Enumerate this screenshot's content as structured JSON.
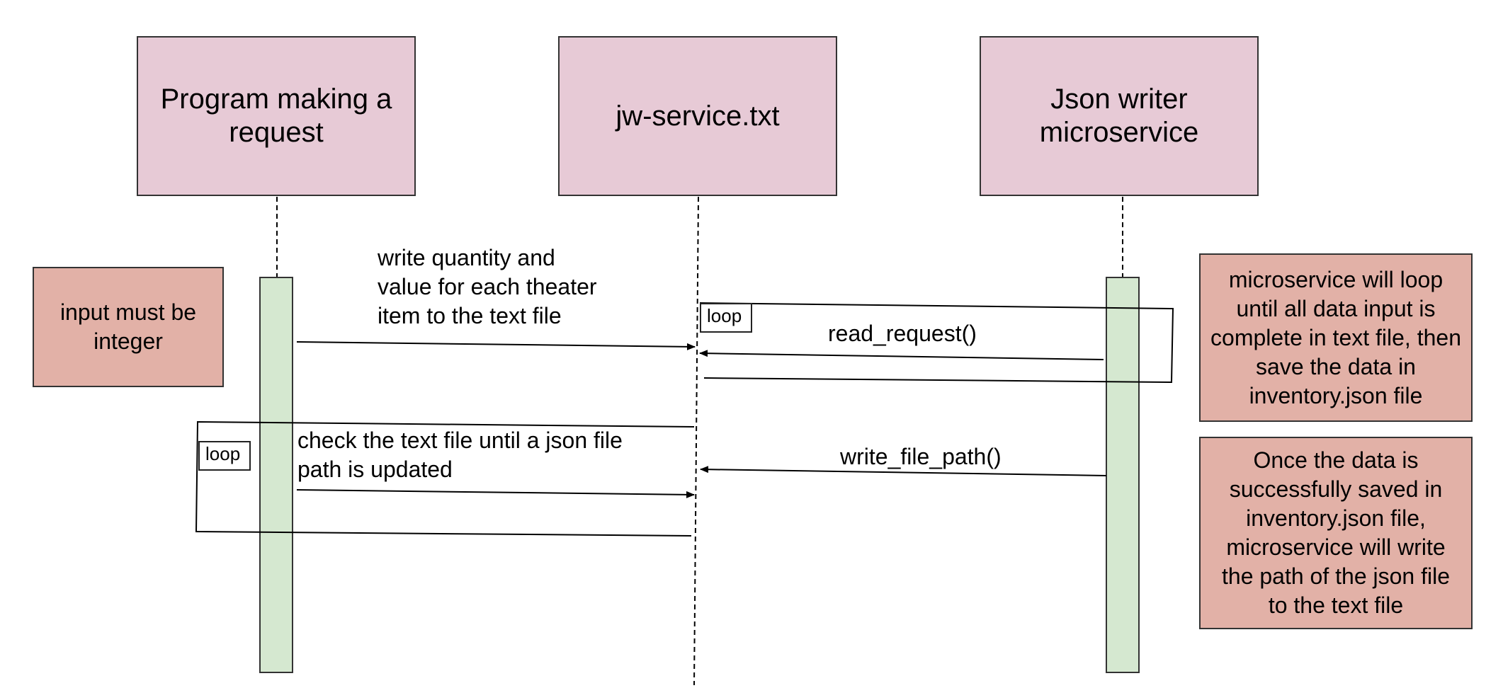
{
  "participants": {
    "program": "Program making a request",
    "text_file": "jw-service.txt",
    "microservice": "Json writer microservice"
  },
  "notes": {
    "input_integer": "input must be integer",
    "loop_until_complete": "microservice will loop until all data input is complete in text file, then save the data in inventory.json file",
    "write_path": "Once the data is successfully saved in inventory.json file, microservice will write the path of the json file to the text file"
  },
  "messages": {
    "write_quantity": "write quantity and\nvalue for each theater\nitem to the text file",
    "read_request": "read_request()",
    "check_text_file": "check the text file until a json file\npath is updated",
    "write_file_path": "write_file_path()"
  },
  "loops": {
    "microservice_loop": "loop",
    "program_loop": "loop"
  },
  "colors": {
    "participant_fill": "#e7cad6",
    "note_fill": "#e2b1a7",
    "activation_fill": "#d5e8d0",
    "line": "#000000"
  }
}
